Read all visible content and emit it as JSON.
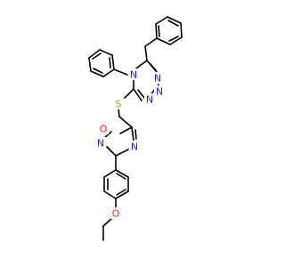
{
  "diagram": {
    "atoms": [
      {
        "id": "n_triazole_top",
        "label": "N",
        "color": "#1a1aff"
      },
      {
        "id": "n_triazole_phenyl",
        "label": "N",
        "color": "#1a1aff"
      },
      {
        "id": "n_triazole_bot1",
        "label": "N",
        "color": "#1a1aff"
      },
      {
        "id": "n_triazole_bot2",
        "label": "N",
        "color": "#1a1aff"
      },
      {
        "id": "s_thioether",
        "label": "S",
        "color": "#b8a000"
      },
      {
        "id": "o_oxadiazole",
        "label": "O",
        "color": "#ff2020"
      },
      {
        "id": "n_oxadiazole_left",
        "label": "N",
        "color": "#1a1aff"
      },
      {
        "id": "n_oxadiazole_right",
        "label": "N",
        "color": "#1a1aff"
      },
      {
        "id": "o_ether",
        "label": "O",
        "color": "#ff2020"
      }
    ]
  }
}
